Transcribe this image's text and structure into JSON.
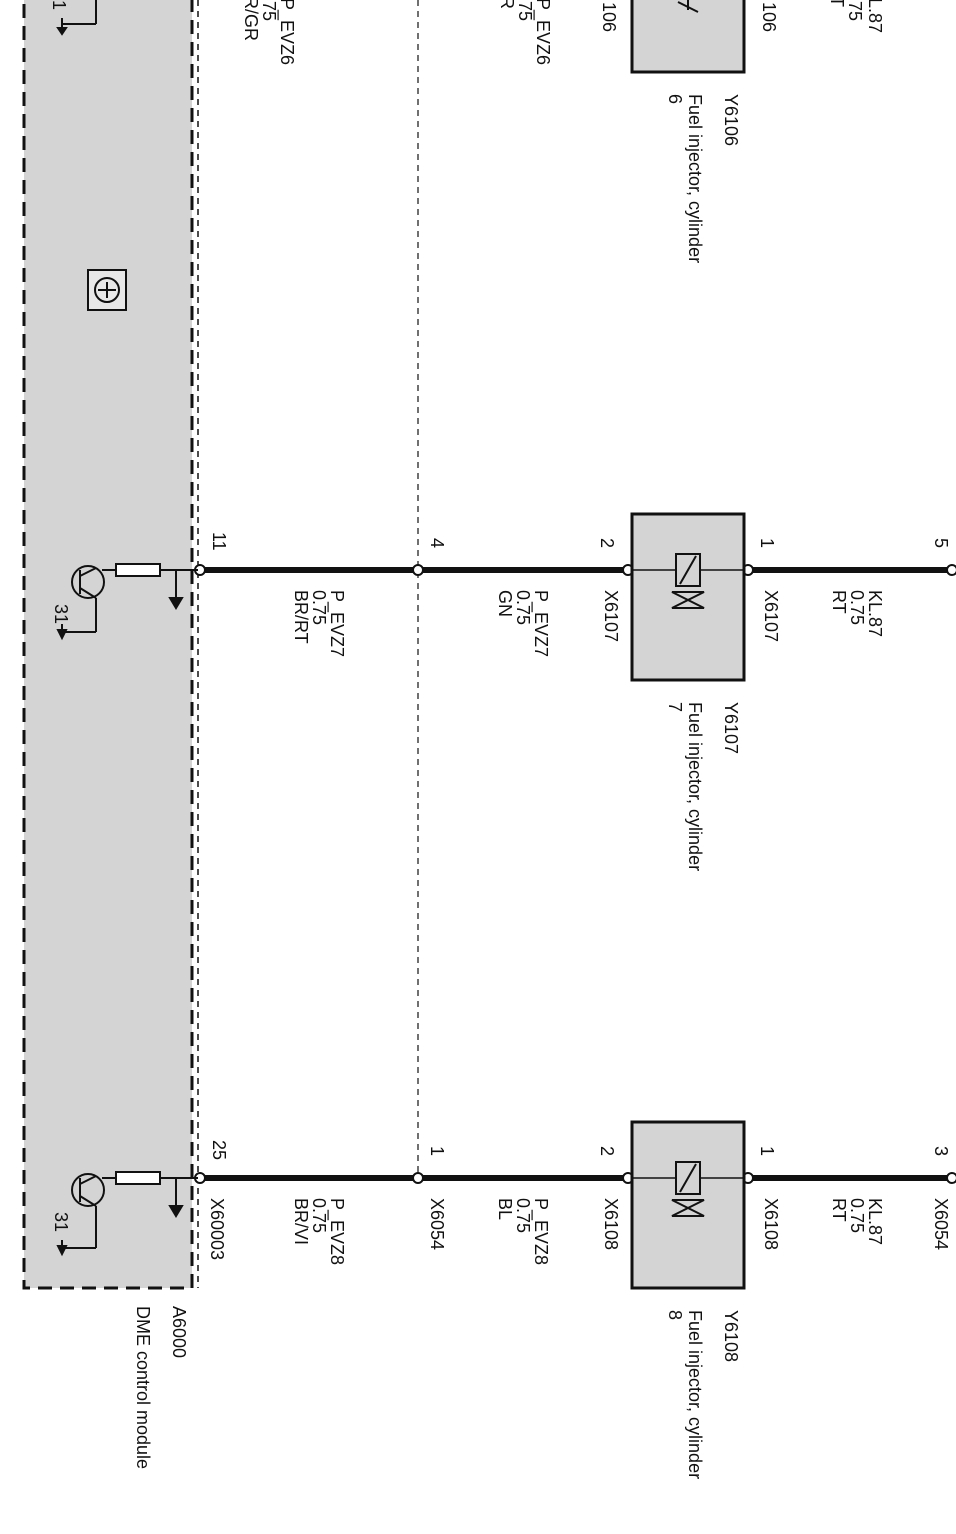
{
  "module": {
    "id": "A6000",
    "name": "DME control module",
    "ground_label": "31"
  },
  "partial_left": {
    "wire_name": "P_EVZ6",
    "wire_size": ".75",
    "color_left": "R/GR",
    "color_mid": "R",
    "connector_top_left": "1",
    "connector_top_mid": "106",
    "connector_top_right": "106",
    "mid_kl": "L.87",
    "mid_size": ".75",
    "mid_color": "T"
  },
  "injectors": [
    {
      "id": "Y6106",
      "label": "Fuel injector, cylinder",
      "cyl": "6"
    },
    {
      "id": "Y6107",
      "label": "Fuel injector, cylinder",
      "cyl": "7"
    },
    {
      "id": "Y6108",
      "label": "Fuel injector, cylinder",
      "cyl": "8"
    }
  ],
  "circuit7": {
    "pin_module": "11",
    "pin_splice": "4",
    "pin_inj_low": "2",
    "pin_inj_high": "1",
    "pin_top": "5",
    "wire_low": {
      "name": "P_EVZ7",
      "size": "0.75",
      "color": "BR/RT"
    },
    "wire_mid": {
      "name": "P_EVZ7",
      "size": "0.75",
      "color": "GN"
    },
    "inj_conn": "X6107",
    "wire_high": {
      "name": "KL.87",
      "size": "0.75",
      "color": "RT"
    }
  },
  "circuit8": {
    "pin_module": "25",
    "conn_module": "X60003",
    "pin_splice": "1",
    "conn_splice": "X6054",
    "pin_inj_low": "2",
    "pin_inj_high": "1",
    "pin_top": "3",
    "conn_top": "X6054",
    "wire_low": {
      "name": "P_EVZ8",
      "size": "0.75",
      "color": "BR/VI"
    },
    "wire_mid": {
      "name": "P_EVZ8",
      "size": "0.75",
      "color": "BL"
    },
    "inj_conn": "X6108",
    "wire_high": {
      "name": "KL.87",
      "size": "0.75",
      "color": "RT"
    }
  },
  "colors": {
    "module_fill": "#d4d4d4",
    "injector_fill": "#d4d4d4",
    "line": "#111111"
  }
}
